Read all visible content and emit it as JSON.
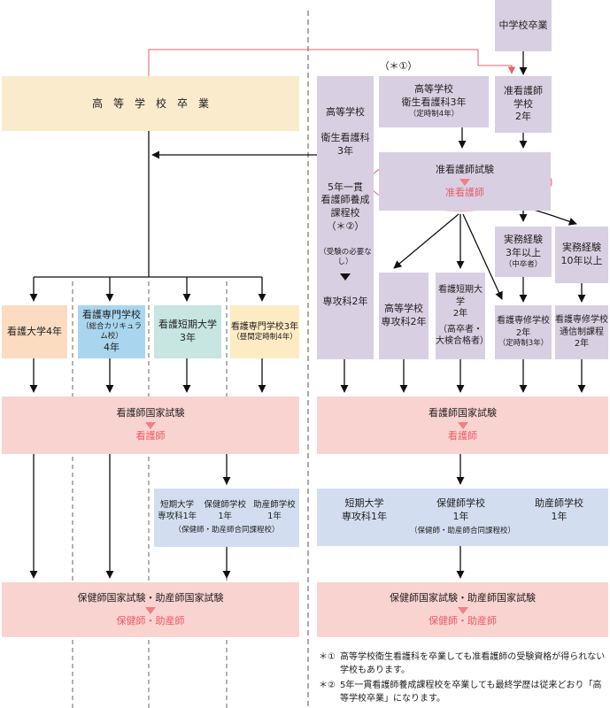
{
  "top": {
    "junior_high_grad": "中学校卒業",
    "high_school_grad": "高　等　学　校　卒　業",
    "note_marker": "（＊①）"
  },
  "left": {
    "univ": "看護大学4年",
    "senmon_integrated": [
      "看護専門学校",
      "（総合カリキュラム校）",
      "4年"
    ],
    "junior_college": [
      "看護短期大学",
      "3年"
    ],
    "senmon_3yr": [
      "看護専門学校3年",
      "（昼間定時制4年）"
    ],
    "nurse_exam": "看護師国家試験",
    "nurse": "看護師",
    "advanced_schools": {
      "c1": [
        "短期大学",
        "専攻科1年"
      ],
      "c2": [
        "保健師学校",
        "1年"
      ],
      "c3": [
        "助産師学校",
        "1年"
      ],
      "note": "（保健師・助産師合同課程校）"
    },
    "phn_exam": "保健師国家試験・助産師国家試験",
    "phn": "保健師・助産師"
  },
  "right": {
    "hs_eisei": [
      "高等学校",
      "衛生看護科",
      "3年"
    ],
    "five_year": [
      "5年一貫",
      "看護師養成",
      "課程校",
      "（＊②）"
    ],
    "no_exam": "（受験の必要なし）",
    "senkou": "専攻科2年",
    "hs_eisei_3": [
      "高等学校",
      "衛生看護科3年",
      "（定時制4年）"
    ],
    "assoc_school": [
      "准看護師",
      "学校",
      "2年"
    ],
    "assoc_exam": "准看護師試験",
    "assoc_nurse": "准看護師",
    "exp3": [
      "実務経験",
      "3年以上",
      "（中卒者）"
    ],
    "exp10": [
      "実務経験",
      "10年以上"
    ],
    "hs_senkou": [
      "高等学校",
      "専攻科2年"
    ],
    "jc2": [
      "看護短期大学",
      "2年",
      "（高卒者・",
      "大検合格者）"
    ],
    "shugaku2": [
      "看護専修学校",
      "2年",
      "（定時制3年）"
    ],
    "tsushin": [
      "看護専修学校",
      "通信制課程",
      "2年"
    ],
    "nurse_exam": "看護師国家試験",
    "nurse": "看護師",
    "advanced": {
      "c1": [
        "短期大学",
        "専攻科1年"
      ],
      "c2": [
        "保健師学校",
        "1年"
      ],
      "c3": [
        "助産師学校",
        "1年"
      ],
      "note": "（保健師・助産師合同課程校）"
    },
    "phn_exam": "保健師国家試験・助産師国家試験",
    "phn": "保健師・助産師"
  },
  "notes": [
    {
      "mark": "＊①",
      "text": "高等学校衛生看護科を卒業しても准看護師の受験資格が得られない学校もあります。"
    },
    {
      "mark": "＊②",
      "text": "5年一貫看護師養成課程校を卒業しても最終学歴は従来どおり「高等学校卒業」になります。"
    }
  ],
  "colors": {
    "beige": "#f9ebcb",
    "lavender": "#d9cfe2",
    "peach": "#fbdcc0",
    "lightblue": "#a9d6ee",
    "mint": "#c7e5e1",
    "cream": "#fdebc4",
    "pink": "#f9d3d0",
    "bluepale": "#d2def0",
    "accent_pink": "#ea5c69",
    "red_line": "#e6616b"
  }
}
